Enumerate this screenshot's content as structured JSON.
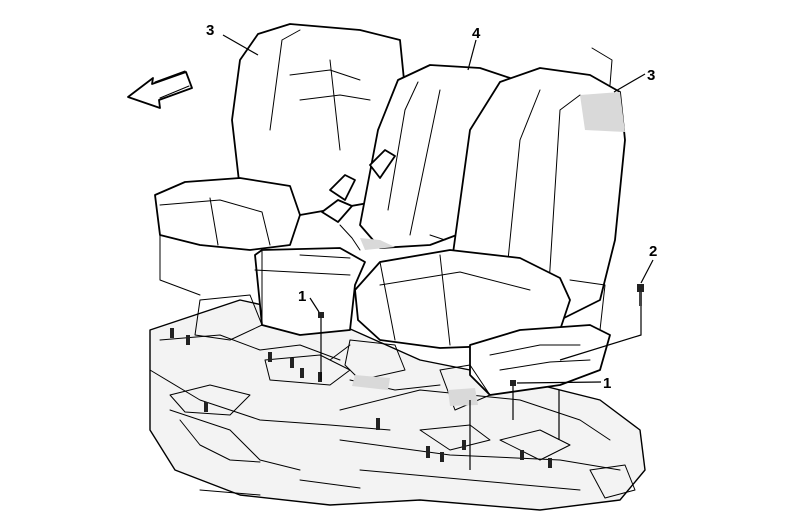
{
  "callouts": {
    "left_seatback": "3",
    "center_console_back": "4",
    "right_seatback": "3",
    "bolt": "2",
    "center_nut": "1",
    "right_nut": "1"
  }
}
